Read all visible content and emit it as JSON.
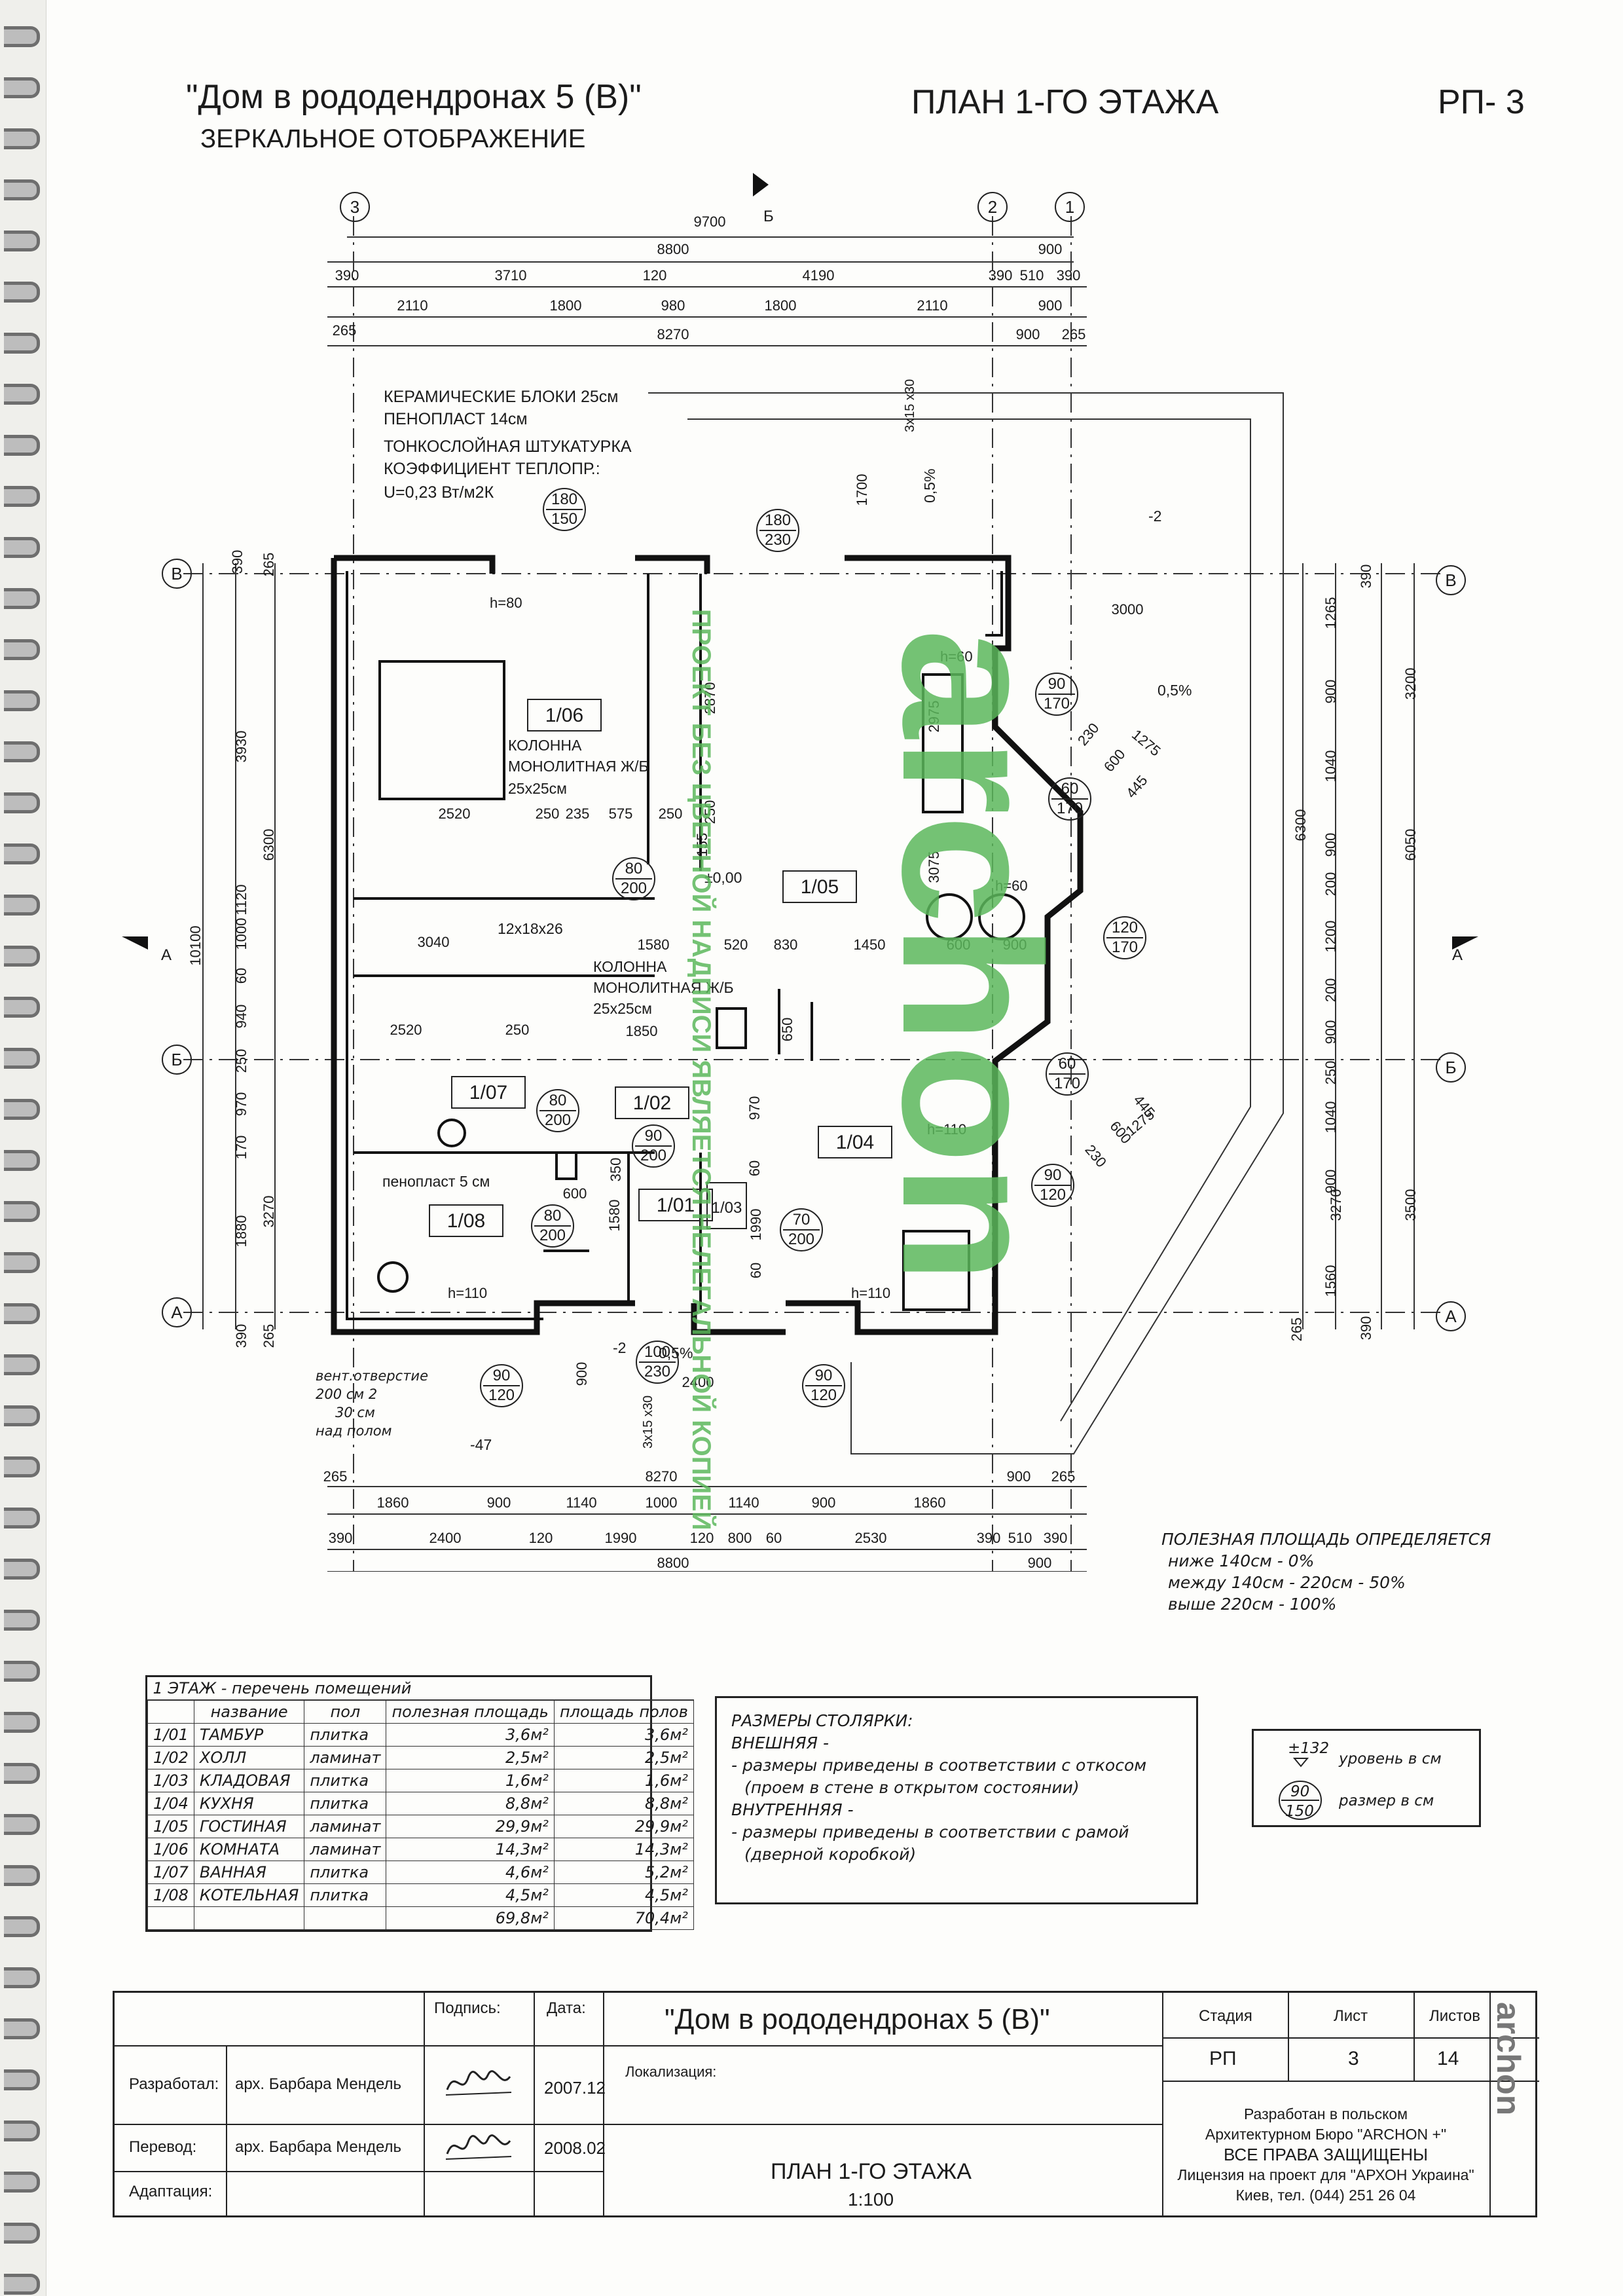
{
  "header": {
    "project_title": "\"Дом в рододендронах 5 (В)\"",
    "mirror_note": "ЗЕРКАЛЬНОЕ ОТОБРАЖЕНИЕ",
    "sheet_title": "ПЛАН 1-ГО ЭТАЖА",
    "sheet_code": "РП- 3"
  },
  "plan": {
    "axes": {
      "a": "А",
      "b": "Б",
      "v": "В",
      "n1": "1",
      "n2": "2",
      "n3": "3"
    },
    "top_dims": {
      "row1": [
        "9700"
      ],
      "row2": [
        "8800",
        "900"
      ],
      "row3": [
        "390",
        "3710",
        "120",
        "4190",
        "390",
        "510",
        "390"
      ],
      "row4": [
        "2110",
        "1800",
        "980",
        "1800",
        "2110",
        "900"
      ],
      "row5": [
        "265",
        "8270",
        "900",
        "265"
      ]
    },
    "bottom_dims": {
      "row1": [
        "265",
        "8270",
        "900",
        "265"
      ],
      "row2": [
        "1860",
        "900",
        "1140",
        "1000",
        "1140",
        "900",
        "1860"
      ],
      "row3": [
        "390",
        "2400",
        "120",
        "1990",
        "120",
        "800",
        "60",
        "2530",
        "390",
        "510",
        "390"
      ],
      "row4": [
        "8800",
        "900"
      ]
    },
    "left_dims": {
      "outer": "10100",
      "mid": [
        "3930",
        "6300",
        "3270"
      ],
      "inner": [
        "390",
        "265",
        "1000",
        "60",
        "1120",
        "940",
        "250",
        "970",
        "170",
        "1880",
        "390",
        "265"
      ]
    },
    "right_dims": {
      "outer": [
        "3200",
        "6050",
        "3500"
      ],
      "mid": [
        "6300",
        "3270"
      ],
      "inner": [
        "1265",
        "900",
        "1040",
        "900",
        "200",
        "1200",
        "200",
        "900",
        "250",
        "1040",
        "900",
        "1560",
        "390",
        "265",
        "390"
      ]
    },
    "wall_note": [
      "КЕРАМИЧЕСКИЕ БЛОКИ 25см",
      "ПЕНОПЛАСТ 14см",
      "ТОНКОСЛОЙНАЯ ШТУКАТУРКА",
      "КОЭФФИЦИЕНТ ТЕПЛОПР.:",
      "U=0,23 Вт/м2К"
    ],
    "section_labels": [
      "Б",
      "Б",
      "А",
      "А"
    ],
    "room_tags": [
      "1/06",
      "1/05",
      "1/07",
      "1/02",
      "1/04",
      "1/08",
      "1/01",
      "1/03"
    ],
    "column_note_1": [
      "КОЛОННА",
      "МОНОЛИТНАЯ Ж/Б",
      "25x25см"
    ],
    "column_note_2": [
      "КОЛОННА",
      "МОНОЛИТНАЯ Ж/Б",
      "25x25см"
    ],
    "stair_note": "12x18x26",
    "insulation_note": "пенопласт 5 см",
    "level_zero": "±0,00",
    "slope_1": "0,5%",
    "slope_2": "0,5%",
    "slope_3": "0,5%",
    "level_minus2_a": "-2",
    "level_minus2_b": "-2",
    "level_minus47": "-47",
    "ramp_note": "3x15 x30",
    "ramp_note_2": "3x15 x30",
    "heights": [
      "h=80",
      "h=60",
      "h=60",
      "h=110",
      "h=110",
      "h=110"
    ],
    "openings": [
      {
        "w": "180",
        "h": "150"
      },
      {
        "w": "180",
        "h": "230"
      },
      {
        "w": "90",
        "h": "170"
      },
      {
        "w": "60",
        "h": "170"
      },
      {
        "w": "120",
        "h": "170"
      },
      {
        "w": "60",
        "h": "170"
      },
      {
        "w": "90",
        "h": "120"
      },
      {
        "w": "80",
        "h": "200"
      },
      {
        "w": "80",
        "h": "200"
      },
      {
        "w": "90",
        "h": "200"
      },
      {
        "w": "80",
        "h": "200"
      },
      {
        "w": "70",
        "h": "200"
      },
      {
        "w": "100",
        "h": "230"
      },
      {
        "w": "90",
        "h": "120"
      },
      {
        "w": "90",
        "h": "120"
      }
    ],
    "inner_dims": [
      "2520",
      "250",
      "235",
      "575",
      "250",
      "3040",
      "1580",
      "520",
      "830",
      "1450",
      "600",
      "900",
      "2520",
      "250",
      "1850",
      "3000",
      "2975",
      "3075",
      "2870",
      "1700",
      "155",
      "250",
      "600",
      "350",
      "1580",
      "650",
      "970",
      "60",
      "1990",
      "60",
      "1275",
      "230",
      "600",
      "445",
      "1275",
      "230",
      "600",
      "445",
      "900",
      "2400"
    ],
    "vent_note": [
      "вент.отверстие",
      "200 см 2",
      "30 см",
      "над полом"
    ],
    "watermark_text": "ПРОЕКТ БЕЗ ЦВЕТНОЙ НАДПИСИ ЯВЛЯЕТСЯ НЕЛЕГАЛЬНОЙ КОПИЕЙ",
    "watermark_logo": "archon"
  },
  "area_note": [
    "ПОЛЕЗНАЯ ПЛОЩАДЬ ОПРЕДЕЛЯЕТСЯ",
    "ниже 140см  -  0%",
    "между 140см  -  220см   -  50%",
    "выше 220см  -  100%"
  ],
  "rooms_table": {
    "caption": "1 ЭТАЖ  -  перечень помещений",
    "headers": [
      "",
      "название",
      "пол",
      "полезная площадь",
      "площадь полов"
    ],
    "rows": [
      [
        "1/01",
        "ТАМБУР",
        "плитка",
        "3,6м²",
        "3,6м²"
      ],
      [
        "1/02",
        "ХОЛЛ",
        "ламинат",
        "2,5м²",
        "2,5м²"
      ],
      [
        "1/03",
        "КЛАДОВАЯ",
        "плитка",
        "1,6м²",
        "1,6м²"
      ],
      [
        "1/04",
        "КУХНЯ",
        "плитка",
        "8,8м²",
        "8,8м²"
      ],
      [
        "1/05",
        "ГОСТИНАЯ",
        "ламинат",
        "29,9м²",
        "29,9м²"
      ],
      [
        "1/06",
        "КОМНАТА",
        "ламинат",
        "14,3м²",
        "14,3м²"
      ],
      [
        "1/07",
        "ВАННАЯ",
        "плитка",
        "4,6м²",
        "5,2м²"
      ],
      [
        "1/08",
        "КОТЕЛЬНАЯ",
        "плитка",
        "4,5м²",
        "4,5м²"
      ]
    ],
    "total_useful": "69,8м²",
    "total_floor": "70,4м²"
  },
  "joinery_note": [
    "РАЗМЕРЫ СТОЛЯРКИ:",
    "ВНЕШНЯЯ  -",
    "-  размеры приведены в соответствии с откосом",
    "   (проем в стене в открытом состоянии)",
    "ВНУТРЕННЯЯ  -",
    "-  размеры приведены в соответствии с рамой",
    "   (дверной коробкой)"
  ],
  "legend": {
    "level_value": "±132",
    "level_label": "уровень в см",
    "size_top": "90",
    "size_bottom": "150",
    "size_label": "размер в см"
  },
  "title_block": {
    "sign_label": "Подпись:",
    "date_label": "Дата:",
    "developed_label": "Разработал:",
    "developed_by": "арх. Барбара Мендель",
    "developed_date": "2007.12",
    "translated_label": "Перевод:",
    "translated_by": "арх. Барбара Мендель",
    "translated_date": "2008.02",
    "adaptation_label": "Адаптация:",
    "project_name": "\"Дом в рододендронах 5 (В)\"",
    "localization_label": "Локализация:",
    "drawing_name": "ПЛАН 1-ГО ЭТАЖА",
    "scale": "1:100",
    "stage_label": "Стадия",
    "sheet_label": "Лист",
    "sheets_label": "Листов",
    "stage": "РП",
    "sheet": "3",
    "sheets": "14",
    "credits": [
      "Разработан в польском",
      "Архитектурном Бюро \"ARCHON +\"",
      "ВСЕ ПРАВА ЗАЩИЩЕНЫ",
      "Лицензия на проект для \"АРХОН Украина\"",
      "Киев, тел. (044) 251 26 04"
    ],
    "logo": "archon"
  },
  "colors": {
    "ink": "#1b1b1b",
    "watermark": "#5cb85c",
    "paper": "#fdfdfb"
  }
}
